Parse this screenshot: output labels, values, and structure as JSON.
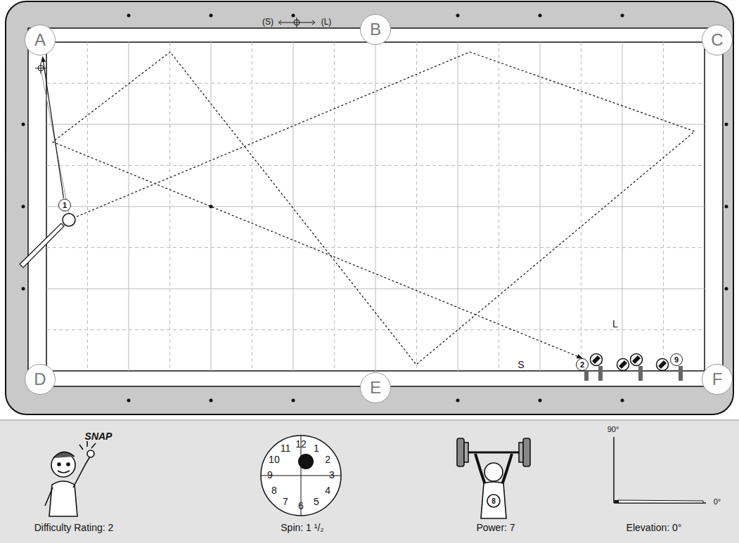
{
  "diagram": {
    "nodes": [
      {
        "text": [
          "A"
        ]
      },
      {
        "text": [
          "B"
        ]
      },
      {
        "text": [
          "C"
        ]
      },
      {
        "text": [
          "D"
        ]
      },
      {
        "text": [
          "E"
        ]
      },
      {
        "text": [
          "F"
        ]
      },
      {
        "text": [
          "1"
        ]
      },
      {
        "text": [
          "2"
        ]
      },
      {
        "text": [
          "9"
        ]
      }
    ],
    "edges": [
      {
        "from": 6,
        "to": 0,
        "arrow": "to"
      }
    ],
    "labels": [
      "(S)",
      "(L)",
      "L",
      "S",
      "SNAP",
      "Difficulty Rating: 2",
      "12",
      "1",
      "2",
      "3",
      "4",
      "5",
      "6",
      "7",
      "8",
      "9",
      "10",
      "11",
      "Spin: 1 ¹/₂",
      "8",
      "Power: 7",
      "90°",
      "0°",
      "Elevation: 0°"
    ]
  }
}
